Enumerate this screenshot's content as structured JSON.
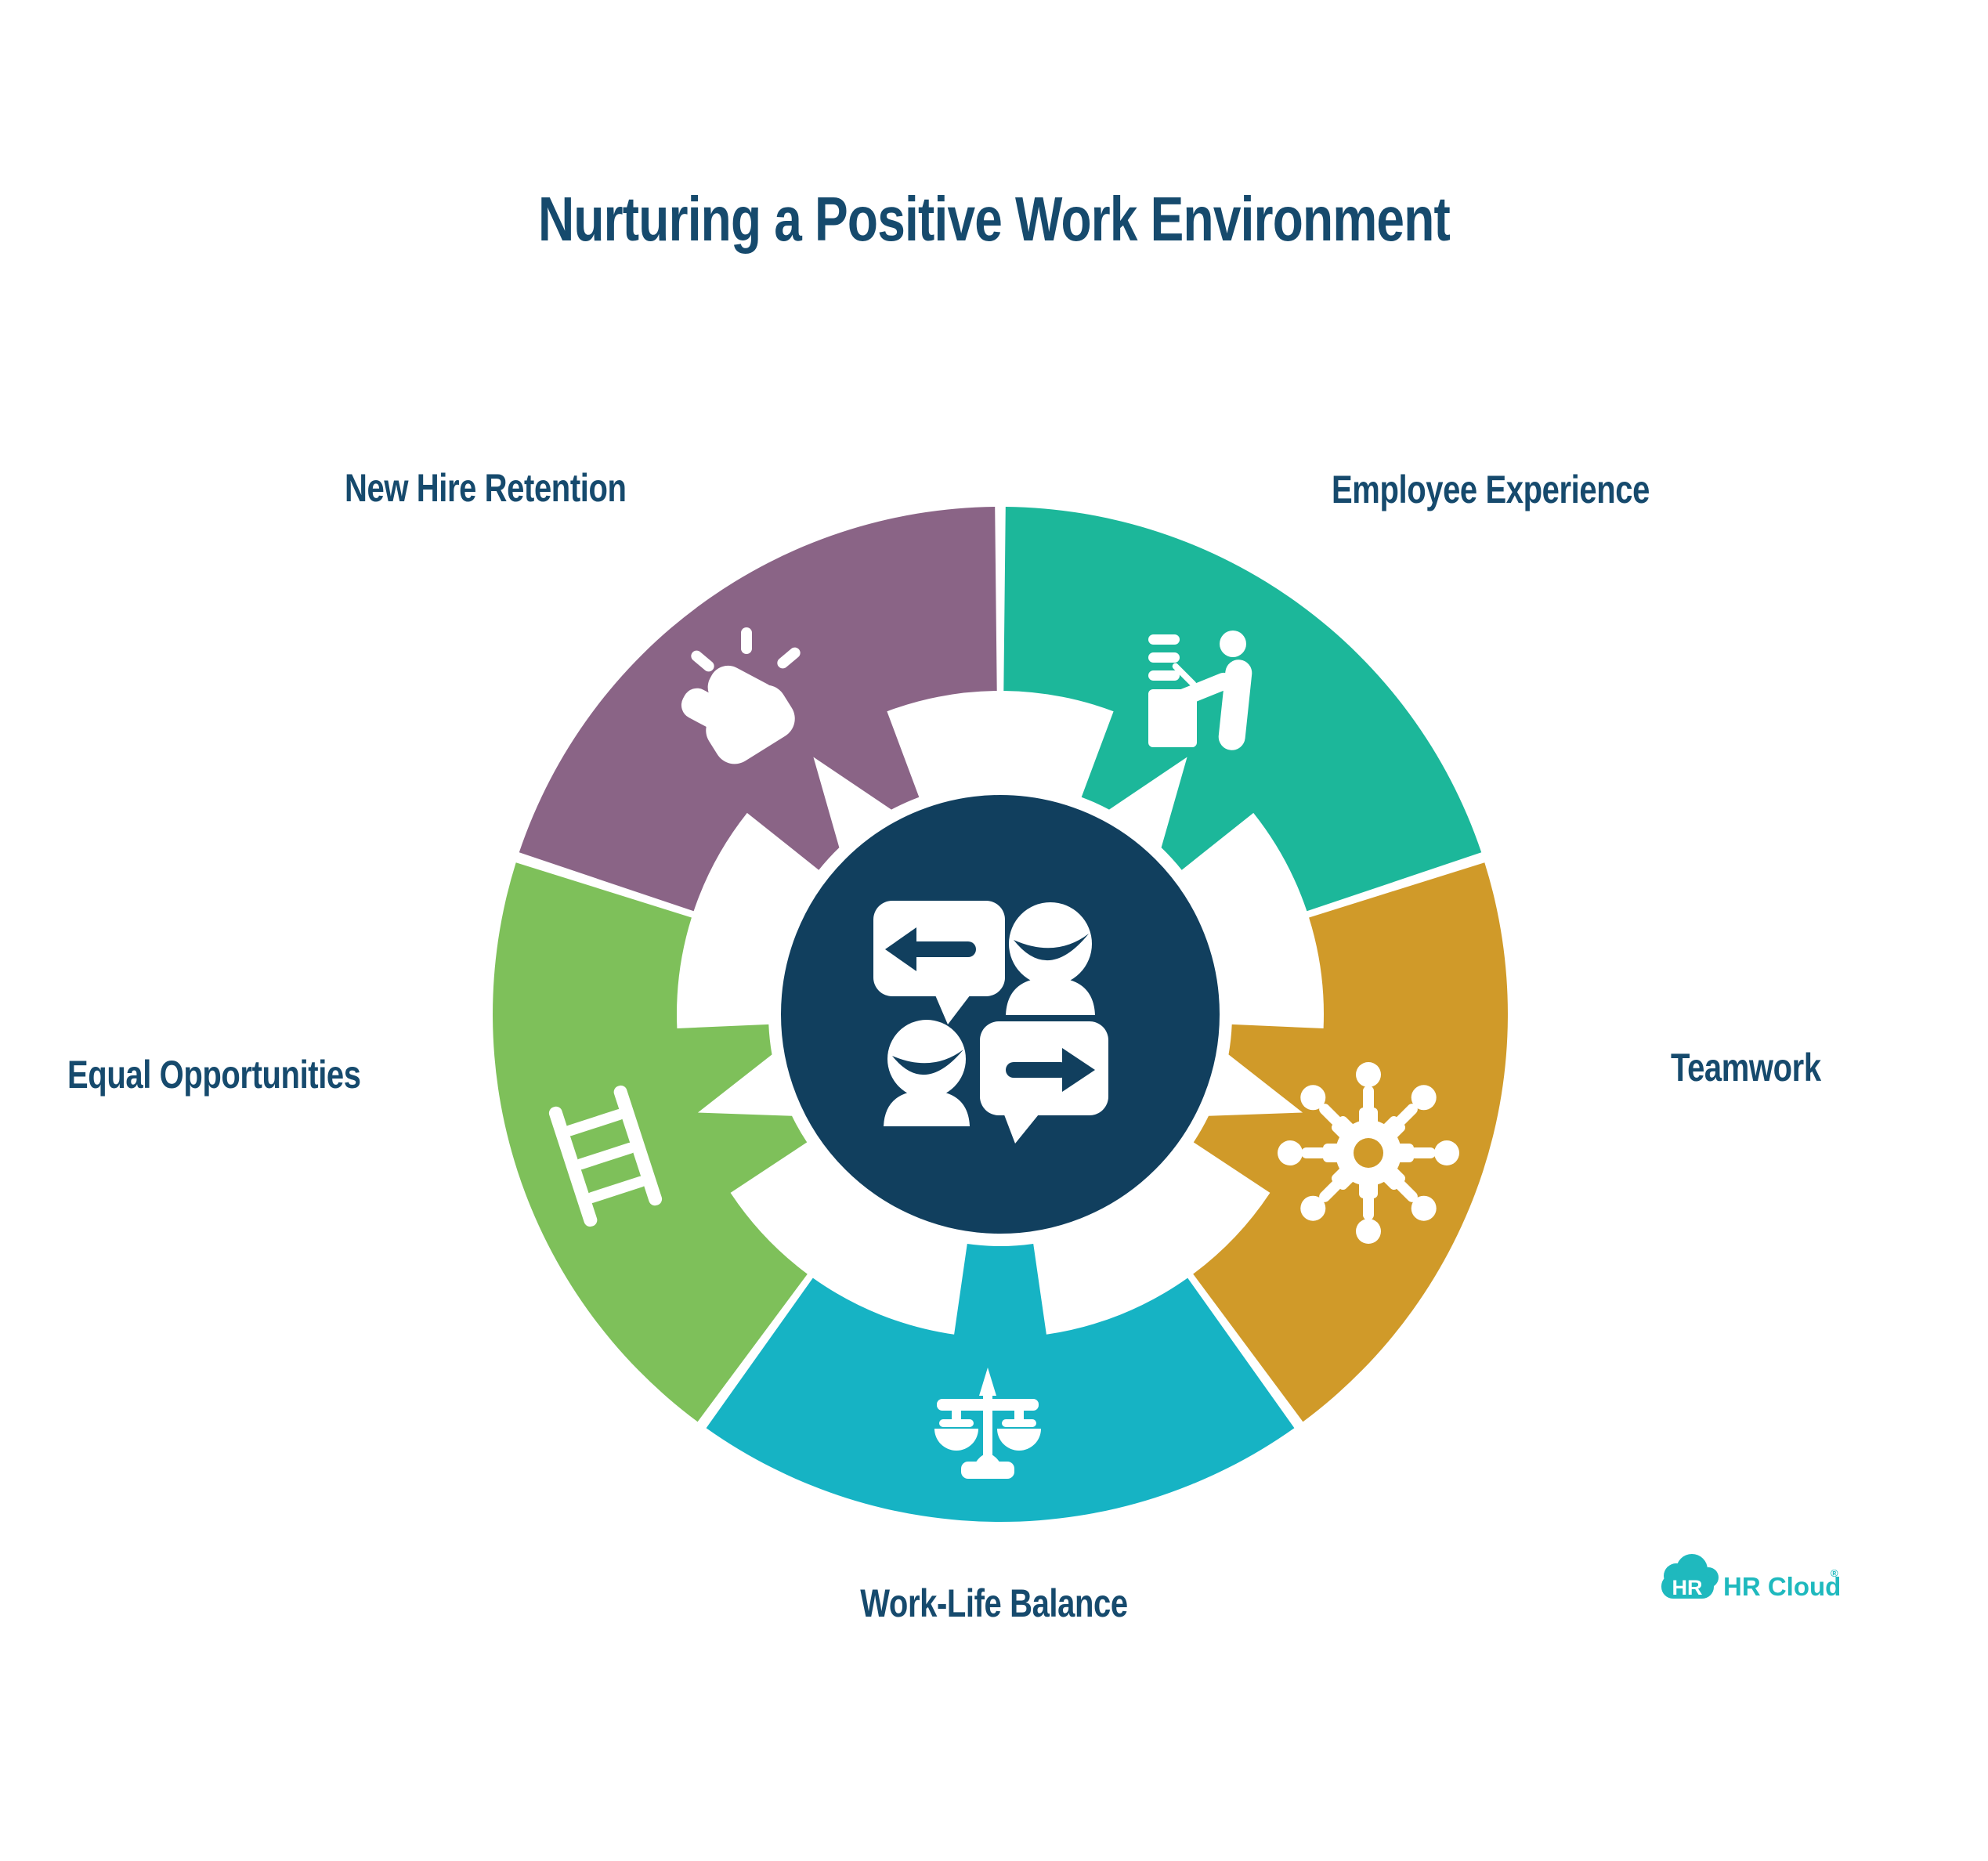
{
  "title": "Nurturing a Positive Work Environment",
  "colors": {
    "navy": "#113F5E",
    "label_text": "#164A6D",
    "logo_teal": "#1FB9BE",
    "background": "#FFFFFF",
    "icon_white": "#FFFFFF"
  },
  "center_icon": "conversation-icon",
  "segments": [
    {
      "id": "employee-experience",
      "label": "Employee Experience",
      "color": "#1CB79A",
      "start_angle": -90,
      "end_angle": -18,
      "icon": "person-at-desk-icon",
      "notched": true
    },
    {
      "id": "teamwork",
      "label": "Teamwork",
      "color": "#D09A29",
      "start_angle": -18,
      "end_angle": 54,
      "icon": "gear-network-icon",
      "notched": true
    },
    {
      "id": "work-life-balance",
      "label": "Work-Life Balance",
      "color": "#16B3C4",
      "start_angle": 54,
      "end_angle": 126,
      "icon": "balance-scales-icon",
      "notched": false
    },
    {
      "id": "equal-opportunities",
      "label": "Equal Opportunities",
      "color": "#7EC05A",
      "start_angle": 126,
      "end_angle": 198,
      "icon": "ladder-icon",
      "notched": true
    },
    {
      "id": "new-hire-retention",
      "label": "New Hire Retention",
      "color": "#8A6486",
      "start_angle": 198,
      "end_angle": 270,
      "icon": "fist-sparkle-icon",
      "notched": true
    }
  ],
  "logo": {
    "badge": "HR",
    "text": "HR Cloud",
    "reg": "®"
  }
}
